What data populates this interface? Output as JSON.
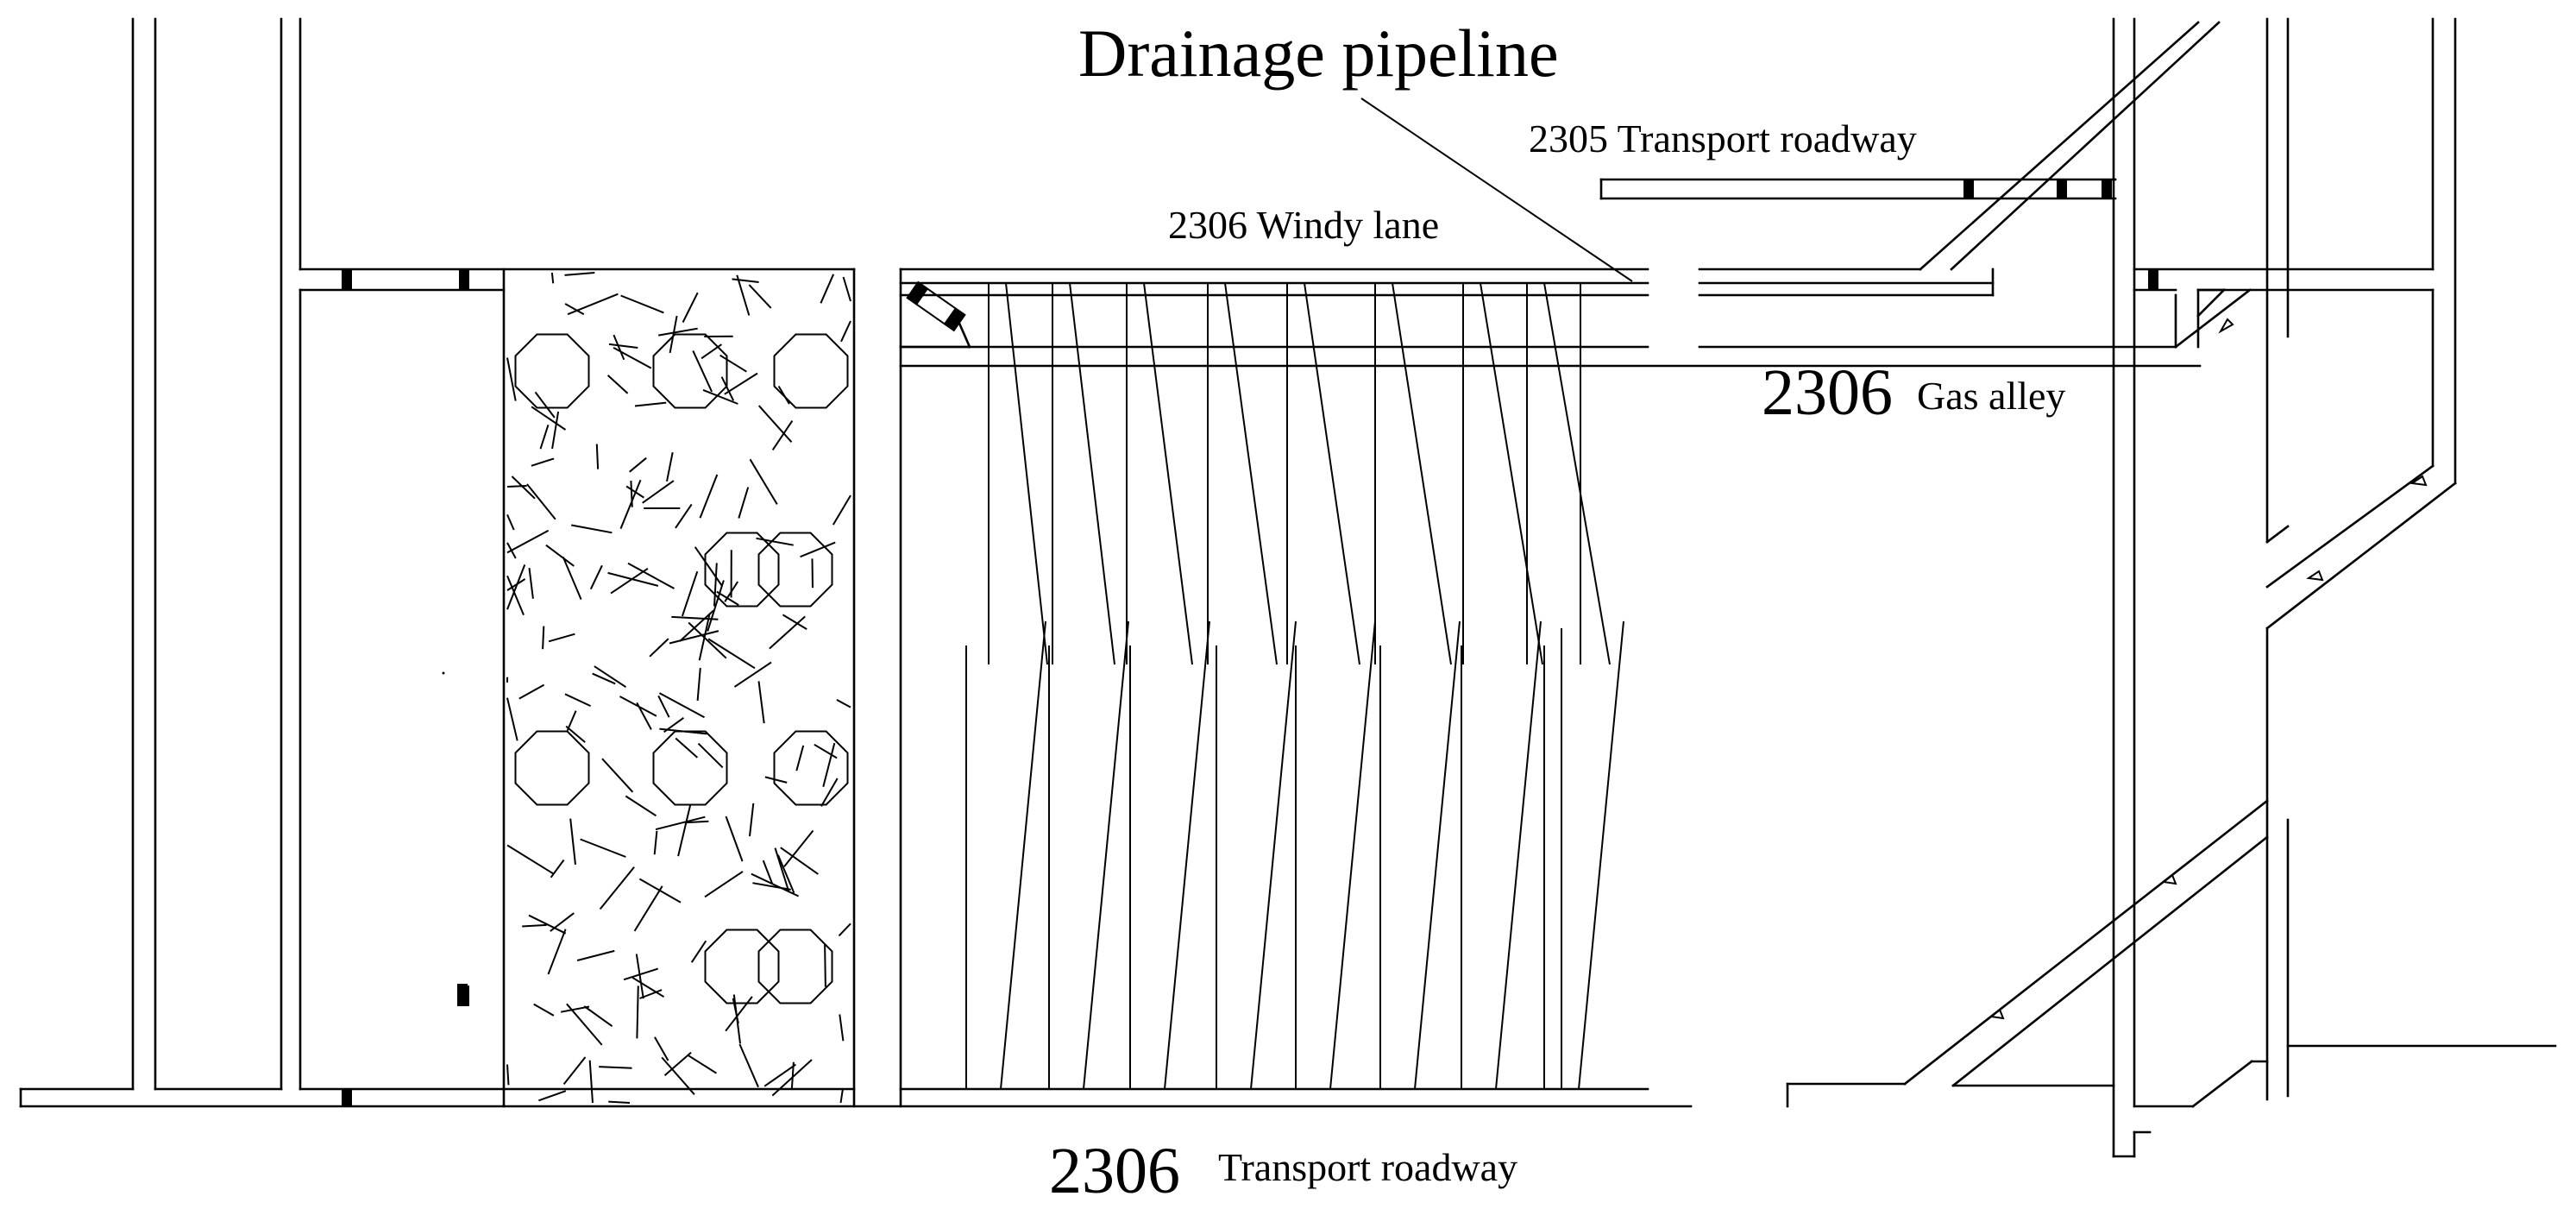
{
  "labels": {
    "drainage_pipeline": "Drainage pipeline",
    "transport_2305": "2305 Transport roadway",
    "windy_lane": "2306 Windy lane",
    "gas_alley_num": "2306",
    "gas_alley_name": "Gas alley",
    "transport_2306_num": "2306",
    "transport_2306_name": "Transport roadway"
  },
  "colors": {
    "line": "#000000",
    "background": "#ffffff"
  }
}
